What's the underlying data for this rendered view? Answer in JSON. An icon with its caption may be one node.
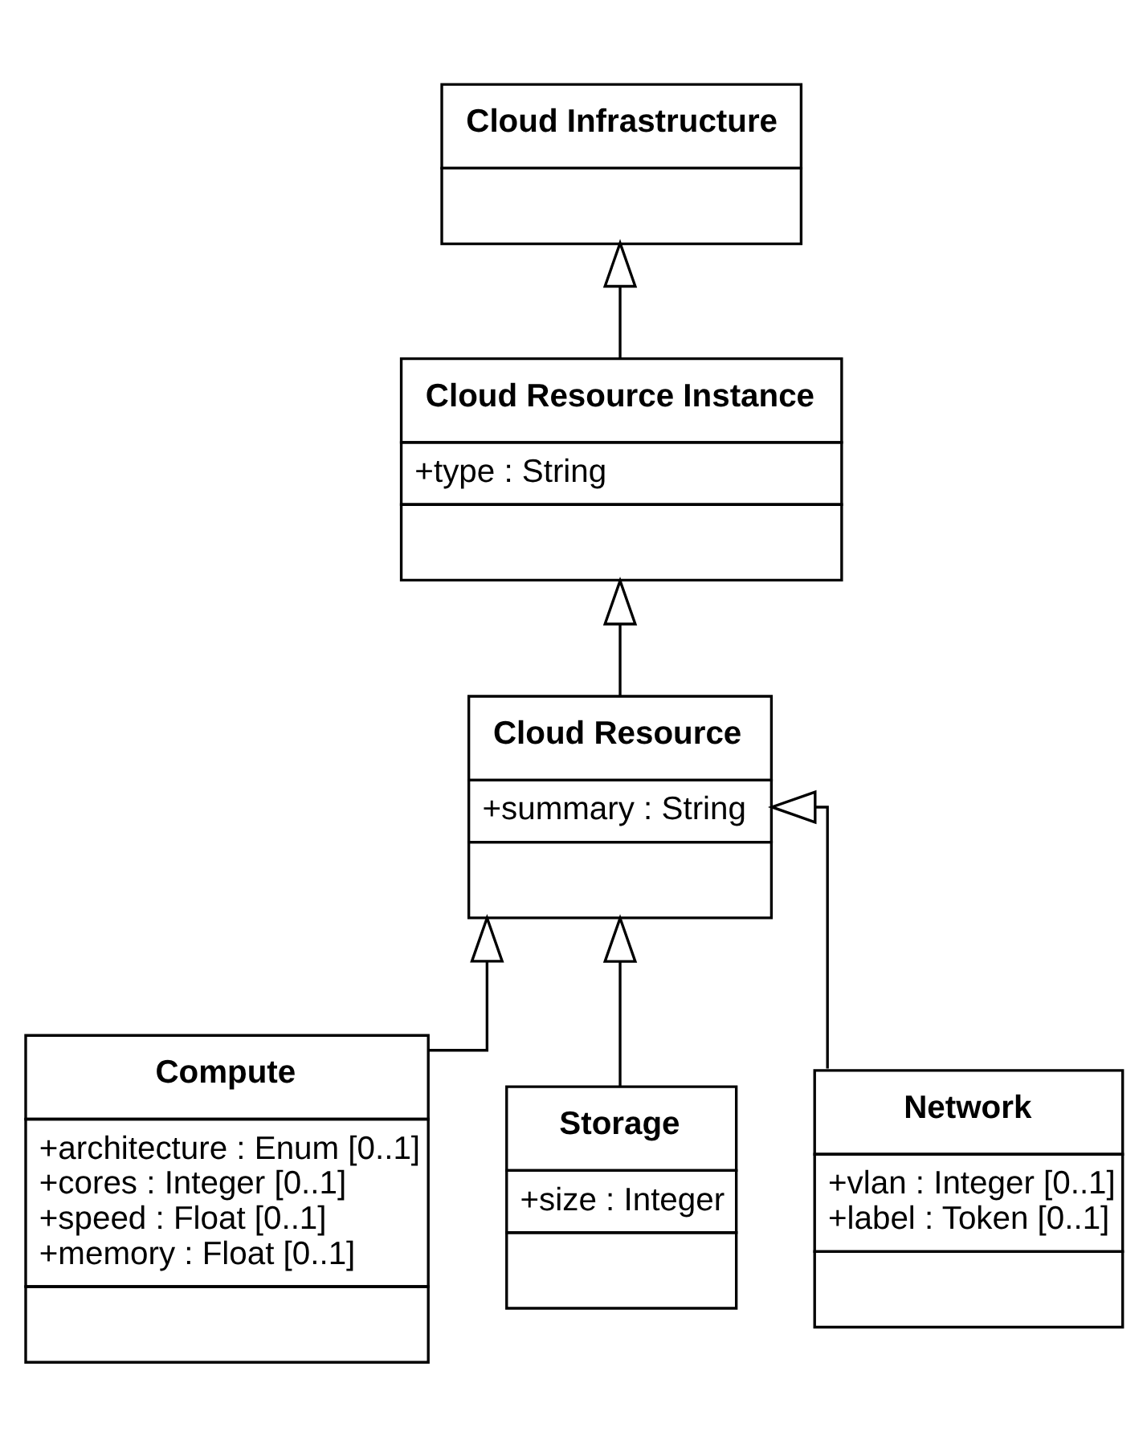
{
  "diagram": {
    "nodes": [
      {
        "text": [
          "Cloud Infrastructure"
        ]
      },
      {
        "text": [
          "Cloud Resource Instance",
          "+type : String"
        ]
      },
      {
        "text": [
          "Cloud Resource",
          "+summary : String"
        ]
      },
      {
        "text": [
          "Compute",
          "+architecture : Enum [0..1]",
          "+cores : Integer [0..1]",
          "+speed : Float [0..1]",
          "+memory : Float [0..1]"
        ]
      },
      {
        "text": [
          "Storage",
          "+size : Integer"
        ]
      },
      {
        "text": [
          "Network",
          "+vlan : Integer [0..1]",
          "+label : Token [0..1]"
        ]
      }
    ],
    "edges": [
      {
        "from": 1,
        "to": 0,
        "arrow": "to"
      },
      {
        "from": 2,
        "to": 1,
        "arrow": "to"
      },
      {
        "from": 3,
        "to": 2,
        "arrow": "to"
      },
      {
        "from": 4,
        "to": 2,
        "arrow": "to"
      },
      {
        "from": 5,
        "to": 2,
        "arrow": "to"
      }
    ]
  }
}
